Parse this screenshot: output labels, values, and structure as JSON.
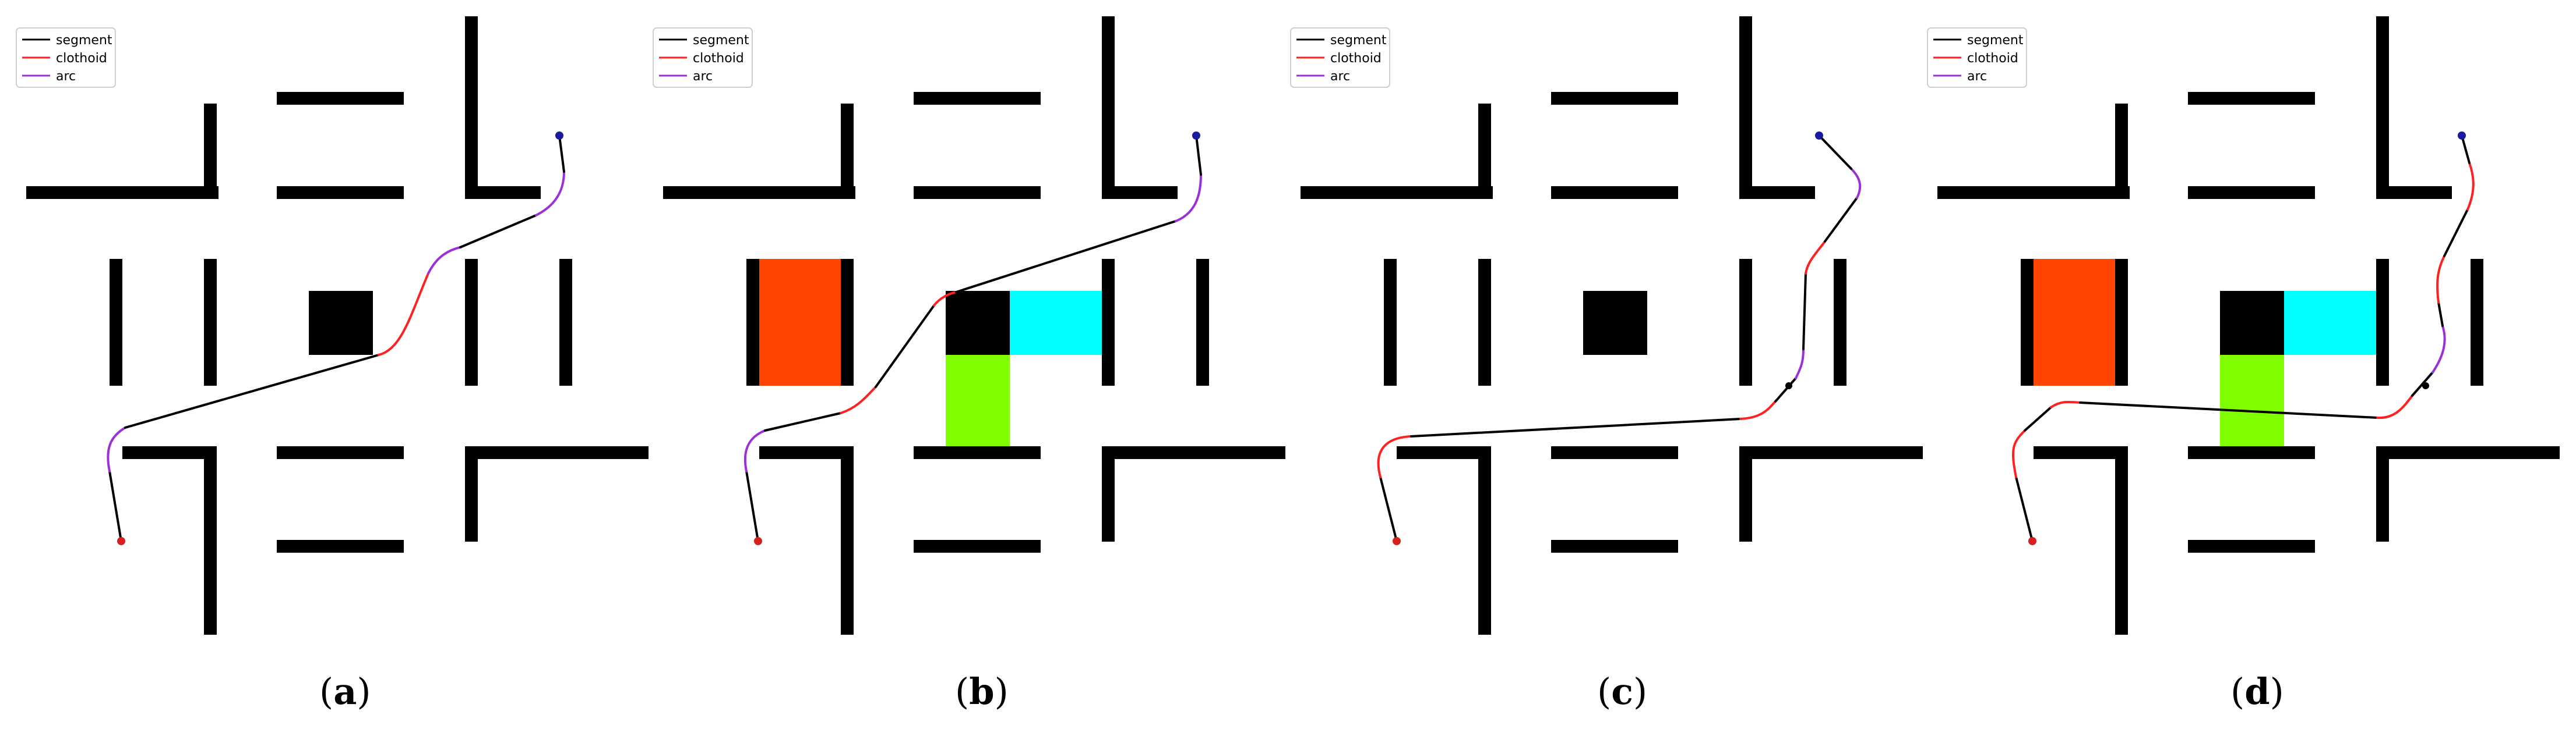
{
  "legend": [
    {
      "label": "segment",
      "color": "#000000"
    },
    {
      "label": "clothoid",
      "color": "#ff2020"
    },
    {
      "label": "arc",
      "color": "#9b30d9"
    }
  ],
  "colors": {
    "wall": "#000000",
    "orange_region": "#ff4500",
    "cyan_region": "#00ffff",
    "green_region": "#7fff00",
    "start_marker": "#d62020",
    "goal_marker": "#1a1aa0"
  },
  "panels": [
    {
      "id": "a",
      "caption": "a",
      "colored_regions": false
    },
    {
      "id": "b",
      "caption": "b",
      "colored_regions": true
    },
    {
      "id": "c",
      "caption": "c",
      "colored_regions": false
    },
    {
      "id": "d",
      "caption": "d",
      "colored_regions": true
    }
  ]
}
